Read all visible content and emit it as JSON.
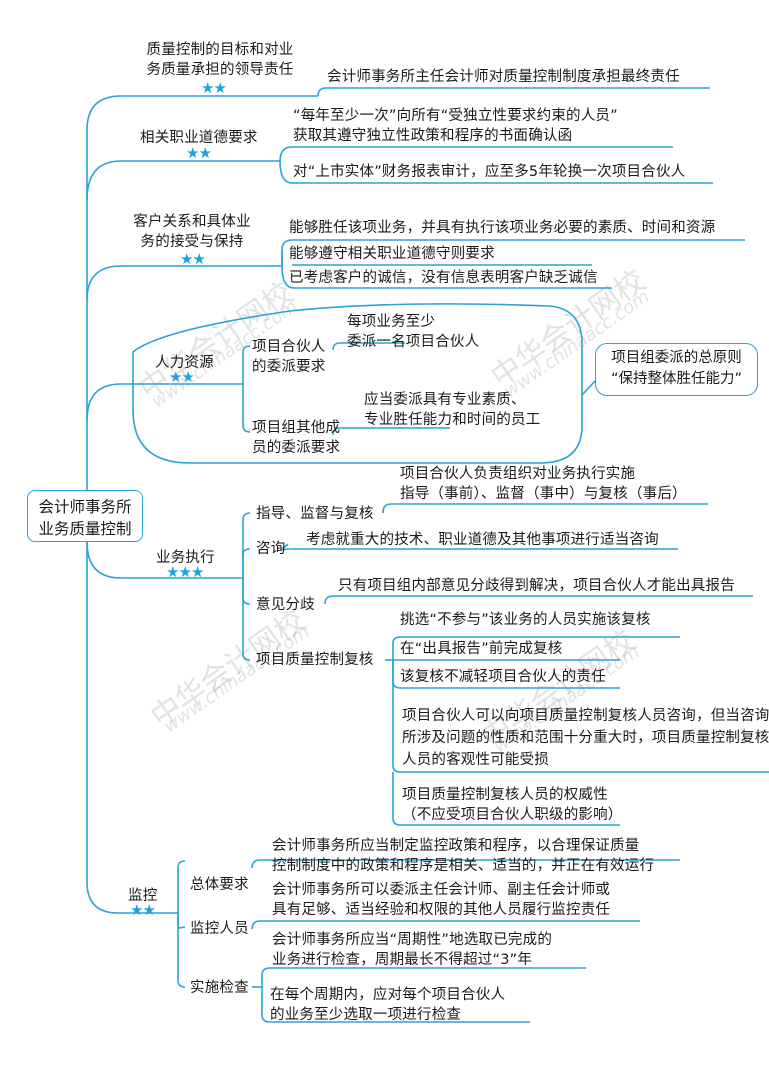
{
  "colors": {
    "line": "#2aa3d6",
    "star": "#1aa3dc",
    "text": "#1a1a1a"
  },
  "root": {
    "line1": "会计师事务所",
    "line2": "业务质量控制"
  },
  "branches": {
    "leadership": {
      "title_line1": "质量控制的目标和对业",
      "title_line2": "务质量承担的领导责任",
      "stars": "★★",
      "items": [
        "会计师事务所主任会计师对质量控制制度承担最终责任"
      ]
    },
    "ethics": {
      "title": "相关职业道德要求",
      "stars": "★★",
      "items": [
        {
          "line1": "“每年至少一次”向所有“受独立性要求约束的人员”",
          "line2": "获取其遵守独立性政策和程序的书面确认函"
        },
        {
          "line1": "对“上市实体”财务报表审计，应至多5年轮换一次项目合伙人"
        }
      ]
    },
    "client": {
      "title_line1": "客户关系和具体业",
      "title_line2": "务的接受与保持",
      "stars": "★★",
      "items": [
        "能够胜任该项业务，并具有执行该项业务必要的素质、时间和资源",
        "能够遵守相关职业道德守则要求",
        "已考虑客户的诚信，没有信息表明客户缺乏诚信"
      ]
    },
    "hr": {
      "title": "人力资源",
      "stars": "★★",
      "sub": [
        {
          "label_line1": "项目合伙人",
          "label_line2": "的委派要求",
          "detail_line1": "每项业务至少",
          "detail_line2": "委派一名项目合伙人"
        },
        {
          "label_line1": "项目组其他成",
          "label_line2": "员的委派要求",
          "detail_line1": "应当委派具有专业素质、",
          "detail_line2": "专业胜任能力和时间的员工"
        }
      ],
      "callout_line1": "项目组委派的总原则",
      "callout_line2": "“保持整体胜任能力”"
    },
    "execution": {
      "title": "业务执行",
      "stars": "★★★",
      "sub": [
        {
          "label": "指导、监督与复核",
          "detail_line1": "项目合伙人负责组织对业务执行实施",
          "detail_line2": "指导（事前）、监督（事中）与复核（事后）"
        },
        {
          "label": "咨询",
          "detail_line1": "考虑就重大的技术、职业道德及其他事项进行适当咨询"
        },
        {
          "label": "意见分歧",
          "detail_line1": "只有项目组内部意见分歧得到解决，项目合伙人才能出具报告"
        },
        {
          "label": "项目质量控制复核",
          "items": [
            {
              "line1": "挑选“不参与”该业务的人员实施该复核"
            },
            {
              "line1": "在“出具报告”前完成复核"
            },
            {
              "line1": "该复核不减轻项目合伙人的责任"
            },
            {
              "line1": "项目合伙人可以向项目质量控制复核人员咨询，但当咨询",
              "line2": "所涉及问题的性质和范围十分重大时，项目质量控制复核",
              "line3": "人员的客观性可能受损"
            },
            {
              "line1": "项目质量控制复核人员的权威性",
              "line2": "（不应受项目合伙人职级的影响）"
            }
          ]
        }
      ]
    },
    "monitoring": {
      "title": "监控",
      "stars": "★★",
      "sub": [
        {
          "label": "总体要求",
          "detail_line1": "会计师事务所应当制定监控政策和程序，以合理保证质量",
          "detail_line2": "控制制度中的政策和程序是相关、适当的，并正在有效运行"
        },
        {
          "label": "监控人员",
          "detail_line1": "会计师事务所可以委派主任会计师、副主任会计师或",
          "detail_line2": "具有足够、适当经验和权限的其他人员履行监控责任"
        },
        {
          "label": "实施检查",
          "items": [
            {
              "line1": "会计师事务所应当“周期性”地选取已完成的",
              "line2": "业务进行检查，周期最长不得超过“3”年"
            },
            {
              "line1": "在每个周期内，应对每个项目合伙人",
              "line2": "的业务至少选取一项进行检查"
            }
          ]
        }
      ]
    }
  },
  "watermark": {
    "brand": "中华会计网校",
    "site": "www.chinaacc.com"
  }
}
